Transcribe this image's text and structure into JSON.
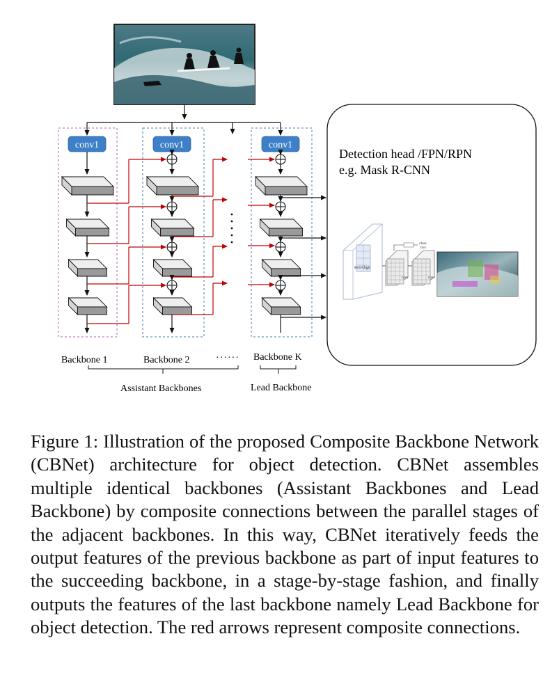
{
  "figure": {
    "conv_label": "conv1",
    "head_lines": [
      "Detection head /FPN/RPN",
      "e.g. Mask R-CNN"
    ],
    "roi_label": "RoIAlign",
    "conv_small": "conv",
    "class_label": "class",
    "box_label": "box",
    "backbones": [
      "Backbone 1",
      "Backbone 2",
      "Backbone K"
    ],
    "ellipsis": "······",
    "groups": [
      "Assistant Backbones",
      "Lead Backbone"
    ],
    "colors": {
      "composite_arrow": "#c00000",
      "conv_block": "#3e80c8",
      "assistant_border": "#b45ab4",
      "backbone_border": "#4a78b0"
    }
  },
  "caption": {
    "label": "Figure 1:",
    "text": "Illustration of the proposed Composite Backbone Network (CBNet) architecture for object detection. CBNet assembles multiple identical backbones (Assistant Backbones and Lead Backbone) by composite connections between the parallel stages of the adjacent backbones. In this way, CBNet iteratively feeds the output features of the previous backbone as part of input features to the succeeding backbone, in a stage-by-stage fashion, and finally outputs the features of the last backbone namely Lead Backbone for object detection. The red arrows represent composite connections."
  }
}
